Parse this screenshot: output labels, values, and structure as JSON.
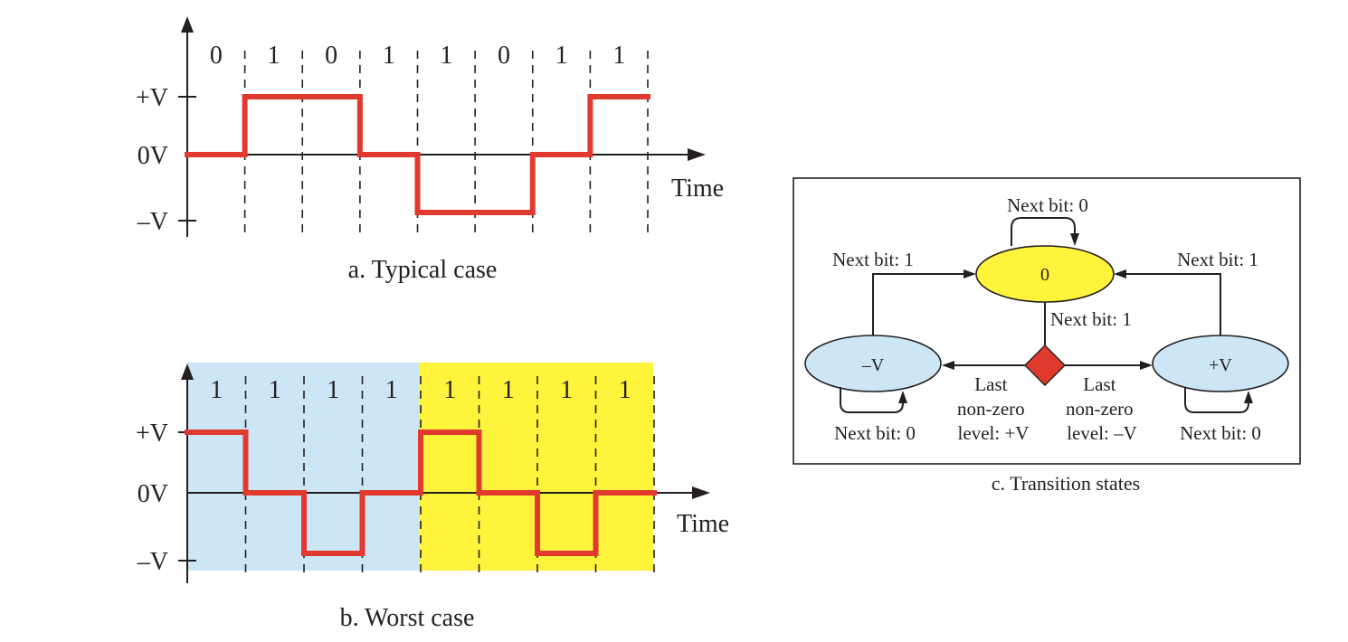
{
  "panel_a": {
    "bits": [
      "0",
      "1",
      "0",
      "1",
      "1",
      "0",
      "1",
      "1"
    ],
    "levels": [
      0,
      1,
      1,
      0,
      -1,
      -1,
      0,
      1
    ],
    "y_labels": {
      "pos": "+V",
      "zero": "0V",
      "neg": "–V"
    },
    "x_label": "Time",
    "caption": "a. Typical case"
  },
  "panel_b": {
    "bits": [
      "1",
      "1",
      "1",
      "1",
      "1",
      "1",
      "1",
      "1"
    ],
    "levels": [
      1,
      0,
      -1,
      0,
      1,
      0,
      -1,
      0
    ],
    "y_labels": {
      "pos": "+V",
      "zero": "0V",
      "neg": "–V"
    },
    "x_label": "Time",
    "caption": "b. Worst case",
    "background_colors": {
      "first_half": "#cce6f6",
      "second_half": "#fff33b"
    }
  },
  "panel_c": {
    "caption": "c. Transition states",
    "states": {
      "zero": "0",
      "neg": "–V",
      "pos": "+V"
    },
    "transitions": {
      "zero_self": "Next bit: 0",
      "neg_to_zero": "Next bit: 1",
      "pos_to_zero": "Next bit: 1",
      "zero_to_decision": "Next bit: 1",
      "neg_self": "Next bit: 0",
      "pos_self": "Next bit: 0"
    },
    "decision_left": [
      "Last",
      "non-zero",
      "level: +V"
    ],
    "decision_right": [
      "Last",
      "non-zero",
      "level: –V"
    ],
    "colors": {
      "zero_state": "#fff33b",
      "side_states": "#cce6f6",
      "decision": "#e03a2f"
    }
  },
  "colors": {
    "signal": "#e03a2f",
    "ink": "#231f20"
  }
}
